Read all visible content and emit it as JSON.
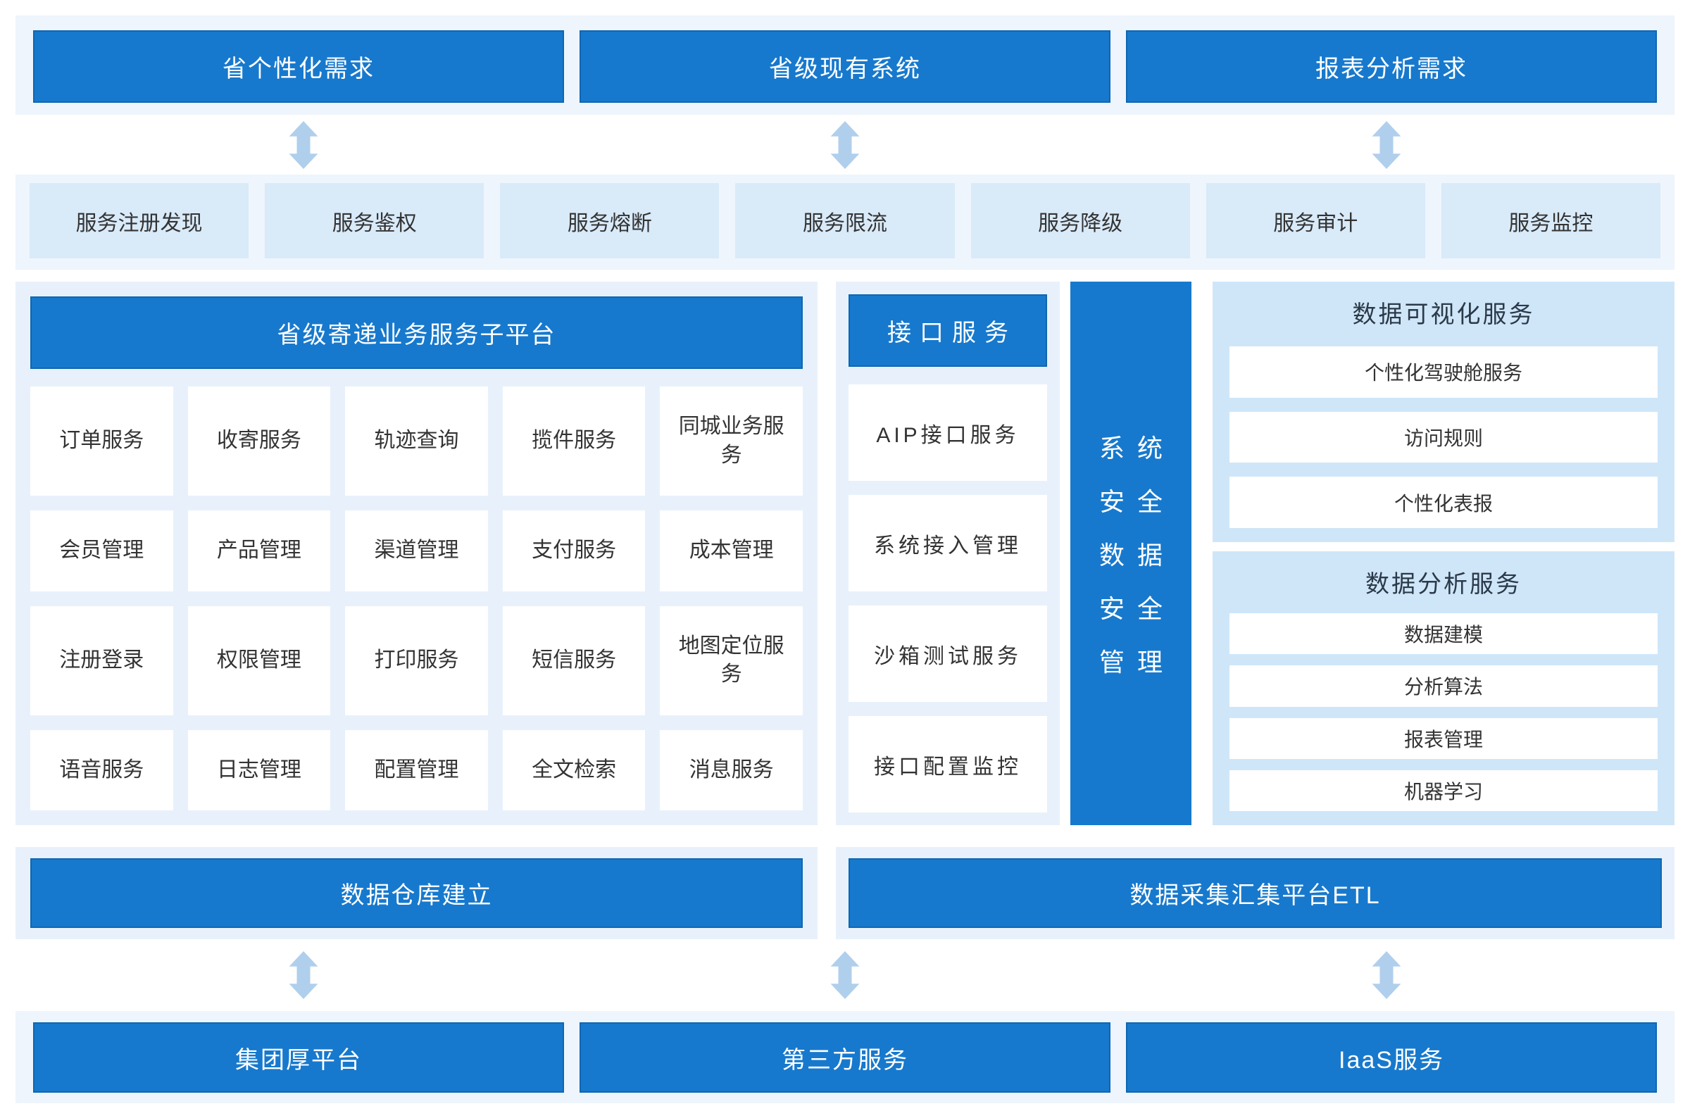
{
  "top_banners": [
    "省个性化需求",
    "省级现有系统",
    "报表分析需求"
  ],
  "gateway_services": [
    "服务注册发现",
    "服务鉴权",
    "服务熔断",
    "服务限流",
    "服务降级",
    "服务审计",
    "服务监控"
  ],
  "left_panel": {
    "title": "省级寄递业务服务子平台",
    "rows": [
      [
        "订单服务",
        "收寄服务",
        "轨迹查询",
        "揽件服务",
        "同城业务服务"
      ],
      [
        "会员管理",
        "产品管理",
        "渠道管理",
        "支付服务",
        "成本管理"
      ],
      [
        "注册登录",
        "权限管理",
        "打印服务",
        "短信服务",
        "地图定位服务"
      ],
      [
        "语音服务",
        "日志管理",
        "配置管理",
        "全文检索",
        "消息服务"
      ]
    ]
  },
  "interface_panel": {
    "title": "接口服务",
    "items": [
      "AIP接口服务",
      "系统接入管理",
      "沙箱测试服务",
      "接口配置监控"
    ]
  },
  "security_bar": {
    "lines": [
      "系统",
      "安全",
      "数据",
      "安全",
      "管理"
    ]
  },
  "viz_panel": {
    "title": "数据可视化服务",
    "items": [
      "个性化驾驶舱服务",
      "访问规则",
      "个性化表报"
    ]
  },
  "analysis_panel": {
    "title": "数据分析服务",
    "items": [
      "数据建模",
      "分析算法",
      "报表管理",
      "机器学习"
    ]
  },
  "warehouse_banner": "数据仓库建立",
  "etl_banner": "数据采集汇集平台ETL",
  "bottom_banners": [
    "集团厚平台",
    "第三方服务",
    "IaaS服务"
  ],
  "icons": {
    "vertical_double_arrow": "double-headed vertical arrow"
  },
  "colors": {
    "accent_blue": "#1779cd",
    "accent_blue_border": "#0f67b1",
    "strip_bg": "#eef5fc",
    "panel_bg": "#e8f1fb",
    "deep_panel_bg": "#cfe6f9",
    "gateway_cell_bg": "#d9eaf9",
    "arrow": "#b0cfec",
    "dark_text": "#333333",
    "white_text": "#ffffff"
  }
}
